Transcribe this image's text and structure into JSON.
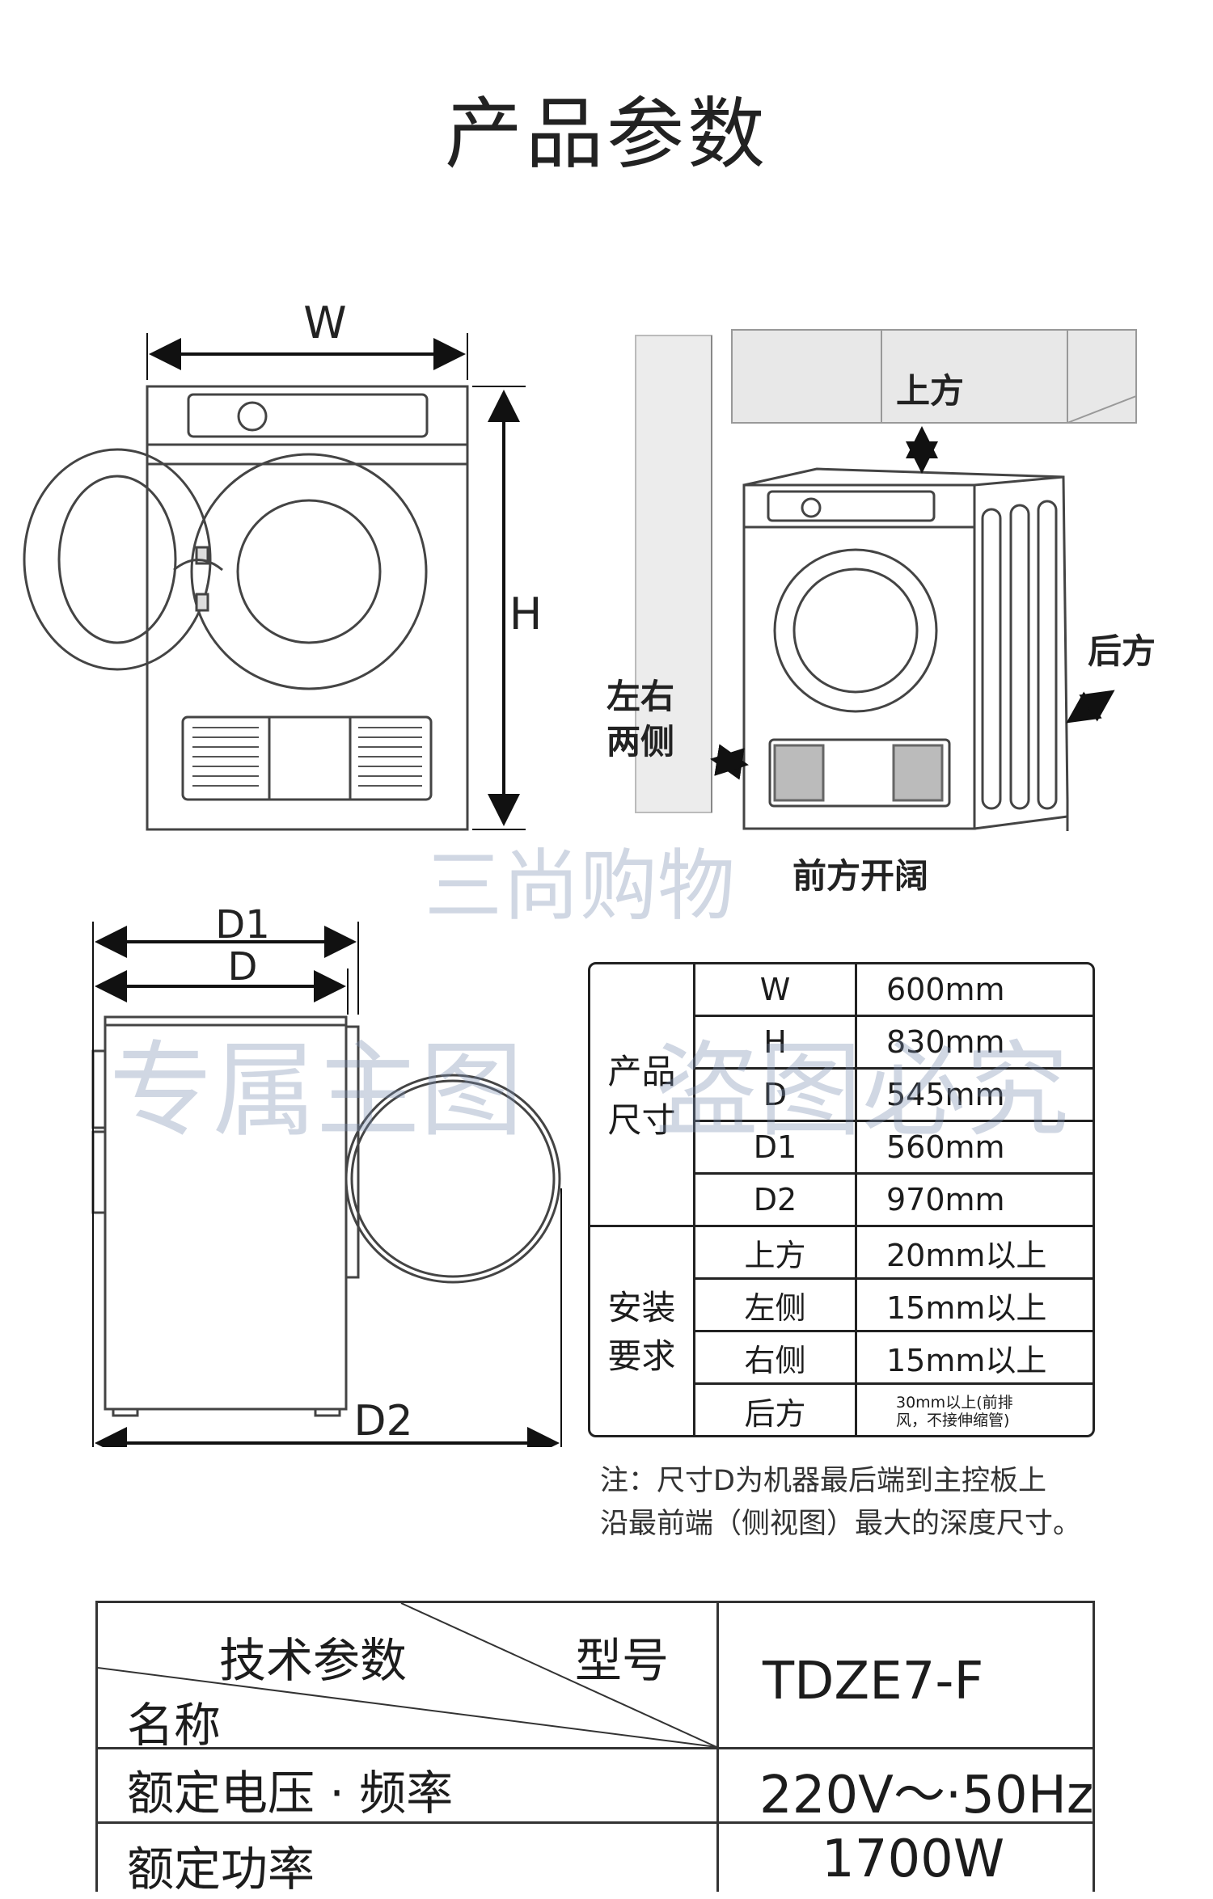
{
  "page_title": "产品参数",
  "diagram_labels": {
    "width": "W",
    "height": "H",
    "depth1": "D1",
    "depth": "D",
    "depth2": "D2",
    "top": "上方",
    "sides_line1": "左右",
    "sides_line2": "两侧",
    "back": "后方",
    "front": "前方开阔"
  },
  "size_table": {
    "group1_line1": "产品",
    "group1_line2": "尺寸",
    "group2_line1": "安装",
    "group2_line2": "要求",
    "rows": [
      {
        "key": "W",
        "value": "600mm"
      },
      {
        "key": "H",
        "value": "830mm"
      },
      {
        "key": "D",
        "value": "545mm"
      },
      {
        "key": "D1",
        "value": "560mm"
      },
      {
        "key": "D2",
        "value": "970mm"
      },
      {
        "key": "上方",
        "value": "20mm以上"
      },
      {
        "key": "左侧",
        "value": "15mm以上"
      },
      {
        "key": "右侧",
        "value": "15mm以上"
      },
      {
        "key": "后方",
        "value_line1": "30mm以上(前排",
        "value_line2": "风，不接伸缩管)"
      }
    ]
  },
  "note_line1": "注：尺寸D为机器最后端到主控板上",
  "note_line2": "沿最前端（侧视图）最大的深度尺寸。",
  "tech_table": {
    "header_left": "技术参数",
    "header_right": "型号",
    "header_bottom": "名称",
    "model": "TDZE7-F",
    "rows": [
      {
        "name": "额定电压 · 频率",
        "value": "220V～·50Hz"
      },
      {
        "name": "额定功率",
        "value": "1700W"
      }
    ]
  },
  "watermarks": {
    "shop": "三尚购物",
    "left": "专属主图",
    "right": "盗图必究"
  }
}
